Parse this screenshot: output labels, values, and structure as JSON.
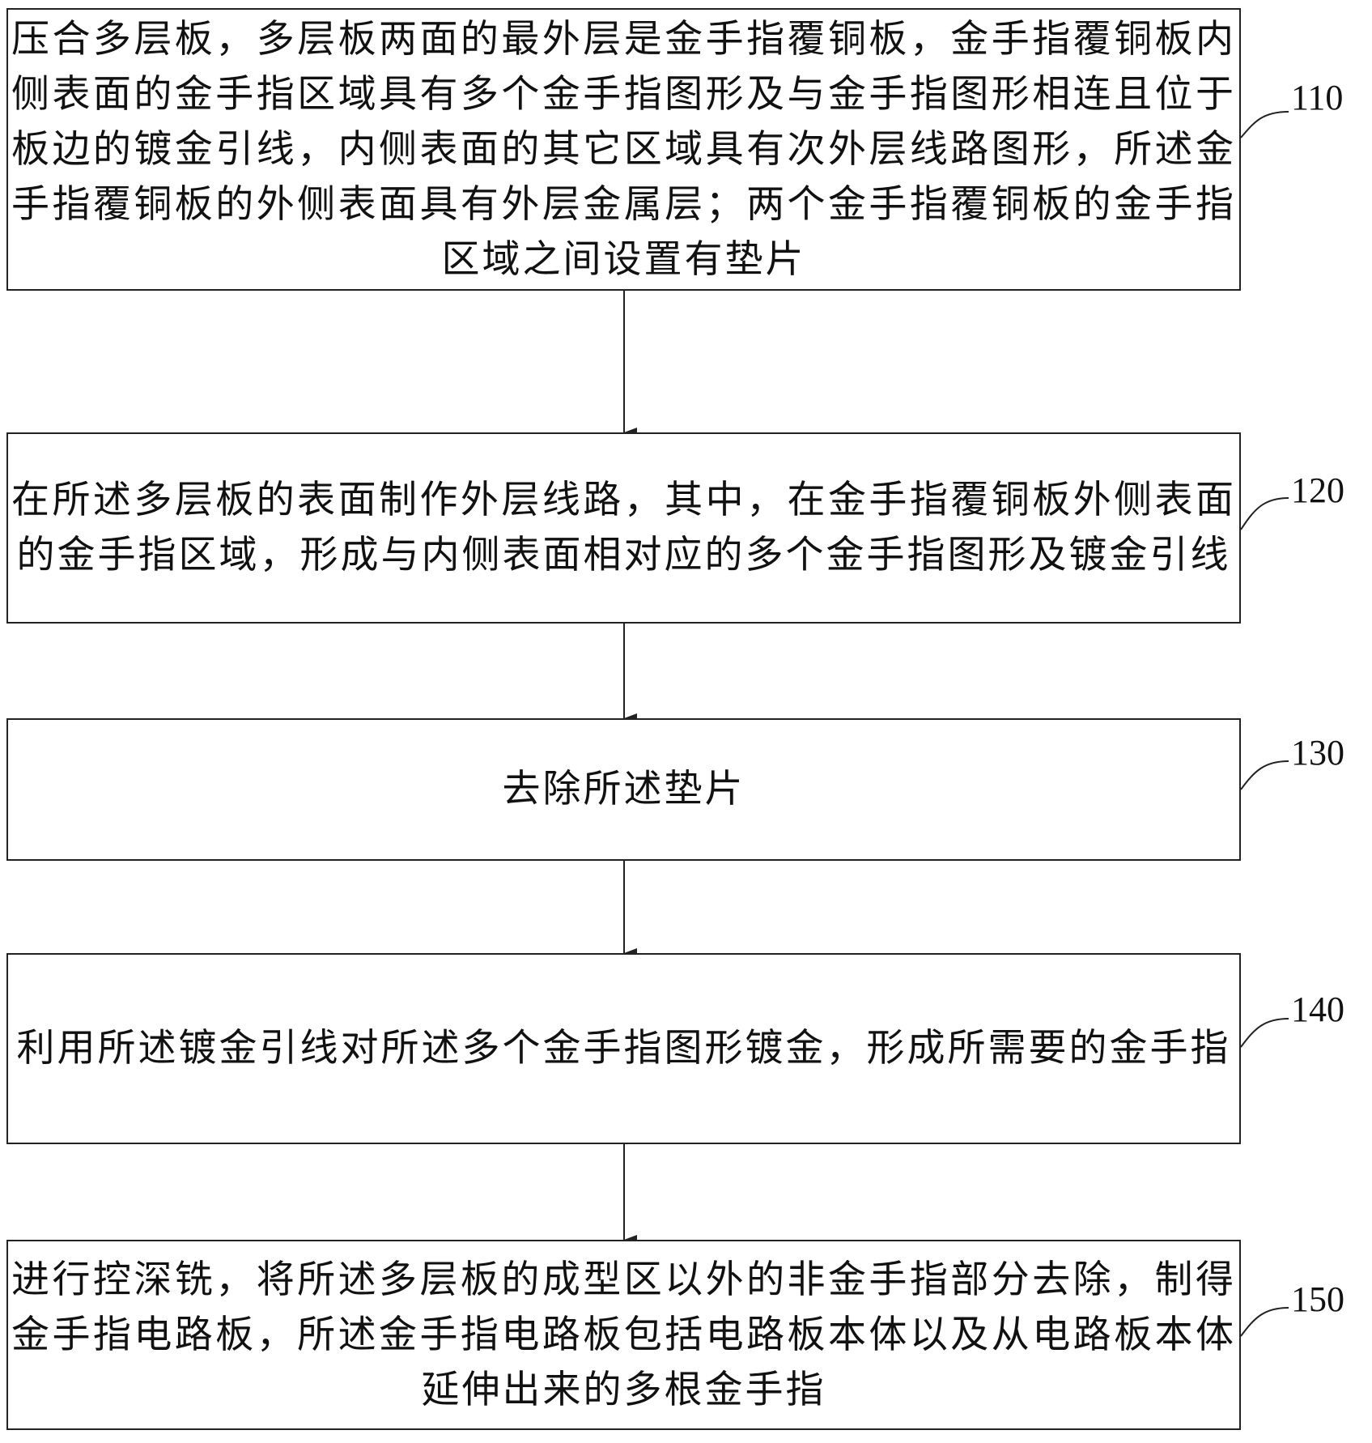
{
  "steps": [
    {
      "number": "110",
      "text": "压合多层板，多层板两面的最外层是金手指覆铜板，金手指覆铜板内侧表面的金手指区域具有多个金手指图形及与金手指图形相连且位于板边的镀金引线，内侧表面的其它区域具有次外层线路图形，所述金手指覆铜板的外侧表面具有外层金属层；两个金手指覆铜板的金手指区域之间设置有垫片"
    },
    {
      "number": "120",
      "text": "在所述多层板的表面制作外层线路，其中，在金手指覆铜板外侧表面的金手指区域，形成与内侧表面相对应的多个金手指图形及镀金引线"
    },
    {
      "number": "130",
      "text": "去除所述垫片"
    },
    {
      "number": "140",
      "text": "利用所述镀金引线对所述多个金手指图形镀金，形成所需要的金手指"
    },
    {
      "number": "150",
      "text": "进行控深铣，将所述多层板的成型区以外的非金手指部分去除，制得金手指电路板，所述金手指电路板包括电路板本体以及从电路板本体延伸出来的多根金手指"
    }
  ]
}
